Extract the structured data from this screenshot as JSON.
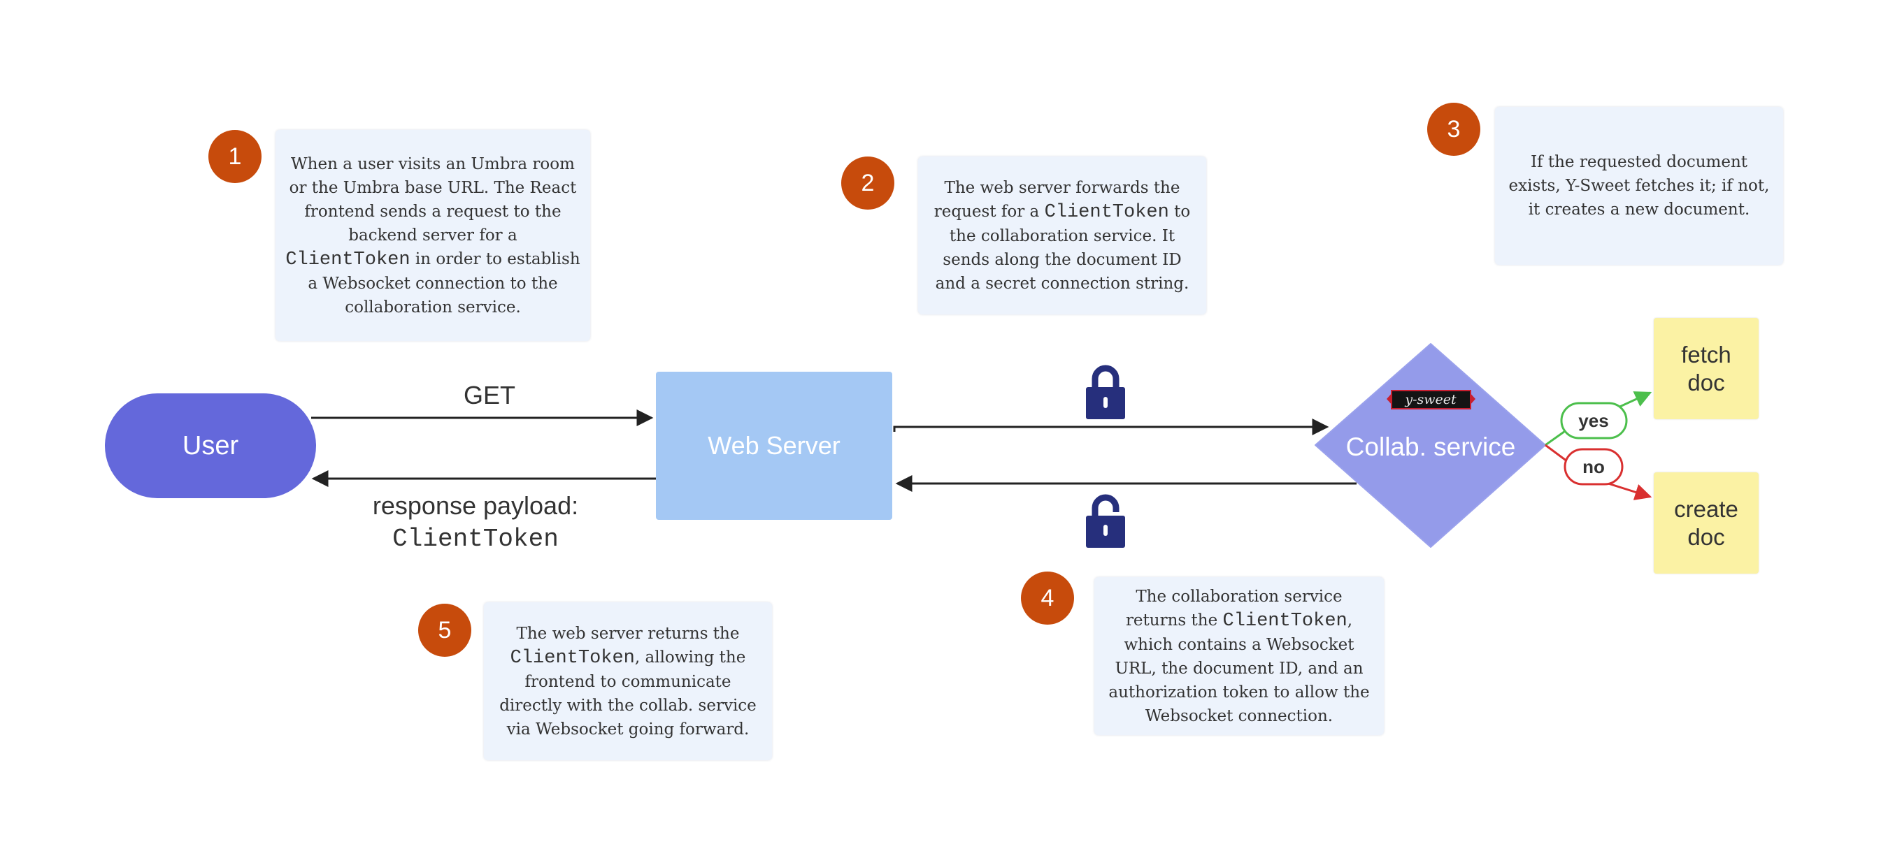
{
  "nodes": {
    "user": "User",
    "web_server": "Web Server",
    "collab_service": "Collab. service",
    "collab_logo": "y-sweet",
    "fetch_doc": "fetch\ndoc",
    "create_doc": "create\ndoc"
  },
  "edges": {
    "get_label": "GET",
    "response_label": "response payload:",
    "response_token": "ClientToken",
    "yes_label": "yes",
    "no_label": "no"
  },
  "steps": [
    {
      "number": "1",
      "parts": [
        "When a user visits an Umbra room or the Umbra base URL. The React frontend sends a request to the backend server for a ",
        "ClientToken",
        " in order to establish a Websocket connection to the collaboration service."
      ]
    },
    {
      "number": "2",
      "parts": [
        "The web server forwards the request for a ",
        "ClientToken",
        " to the collaboration service. It sends along the document ID and a secret connection string."
      ]
    },
    {
      "number": "3",
      "parts": [
        "If the requested document exists, Y-Sweet fetches it; if not, it creates a new document."
      ]
    },
    {
      "number": "4",
      "parts": [
        "The collaboration service returns the ",
        "ClientToken",
        ", which contains a Websocket URL, the document ID, and an authorization token to allow the Websocket connection."
      ]
    },
    {
      "number": "5",
      "parts": [
        "The web server returns the ",
        "ClientToken",
        ", allowing the frontend to communicate directly with the collab. service via Websocket going forward."
      ]
    }
  ],
  "colors": {
    "user": "#6468db",
    "web_server": "#a4c8f4",
    "collab_service": "#949bea",
    "doc_boxes": "#fbf2a4",
    "callouts": "#edf3fc",
    "badges": "#c74b0c",
    "lock": "#262f7c",
    "yes_green": "#4cbf4c",
    "no_red": "#d93030",
    "arrow": "#222222"
  },
  "icons": {
    "lock_top": "lock-closed-icon",
    "lock_bottom": "lock-open-icon"
  }
}
